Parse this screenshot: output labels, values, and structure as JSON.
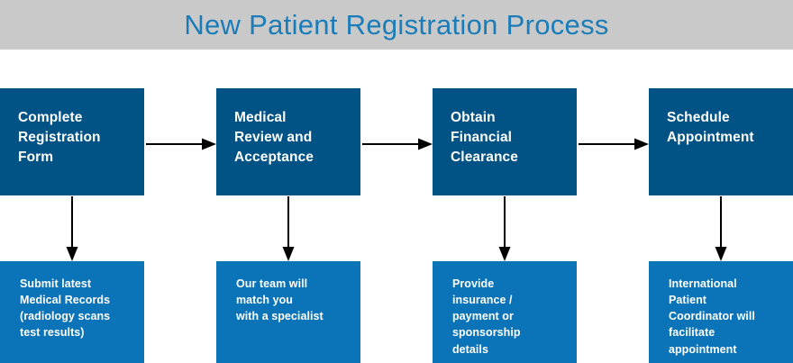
{
  "header": {
    "title": "New Patient Registration Process",
    "band_color": "#c9c9c9",
    "title_color": "#1a7cb8"
  },
  "theme": {
    "step_box_color": "#015386",
    "detail_box_color": "#0b74b8",
    "text_color": "#ffffff",
    "arrow_color": "#000000",
    "page_background": "#ffffff"
  },
  "flow": {
    "steps": [
      {
        "id": "complete-registration-form",
        "label": "Complete\nRegistration\nForm",
        "detail": {
          "id": "submit-medical-records",
          "label": "Submit latest\nMedical Records\n(radiology scans\ntest results)"
        }
      },
      {
        "id": "medical-review-and-acceptance",
        "label": "Medical\nReview and\nAcceptance",
        "detail": {
          "id": "match-with-specialist",
          "label": "Our team will\nmatch you\nwith a specialist"
        }
      },
      {
        "id": "obtain-financial-clearance",
        "label": "Obtain\nFinancial\nClearance",
        "detail": {
          "id": "provide-insurance-details",
          "label_part1": "Provide\ninsurance /\npayment ",
          "label_emphasis": "or",
          "label_part2": "\nsponsorship\ndetails"
        }
      },
      {
        "id": "schedule-appointment",
        "label": "Schedule\nAppointment",
        "detail": {
          "id": "international-patient-coordinator",
          "label": "International\nPatient\nCoordinator will\nfacilitate\nappointment"
        }
      }
    ]
  }
}
